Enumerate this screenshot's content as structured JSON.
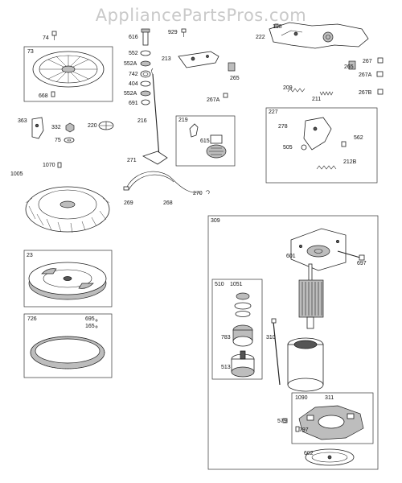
{
  "watermark": "AppliancePartsPros.com",
  "labels": {
    "74": "74",
    "73": "73",
    "668": "668",
    "616": "616",
    "929": "929",
    "552": "552",
    "552A_top": "552A",
    "742": "742",
    "404": "404",
    "552A_bot": "552A",
    "691": "691",
    "213": "213",
    "265_mid": "265",
    "267A_mid": "267A",
    "216": "216",
    "188": "188",
    "222": "222",
    "265_right": "265",
    "267": "267",
    "267A_right": "267A",
    "267B": "267B",
    "209": "209",
    "211": "211",
    "363": "363",
    "332": "332",
    "75": "75",
    "220": "220",
    "219": "219",
    "615": "615",
    "227": "227",
    "278": "278",
    "505": "505",
    "562": "562",
    "212B": "212B",
    "1070": "1070",
    "271": "271",
    "269": "269",
    "268": "268",
    "270": "270",
    "1005": "1005",
    "309": "309",
    "601": "601",
    "697": "697",
    "23": "23",
    "510": "510",
    "1051": "1051",
    "783": "783",
    "513": "513",
    "310": "310",
    "726": "726",
    "695": "695",
    "165": "165",
    "1090": "1090",
    "311": "311",
    "579": "579",
    "797": "797",
    "602": "602"
  }
}
